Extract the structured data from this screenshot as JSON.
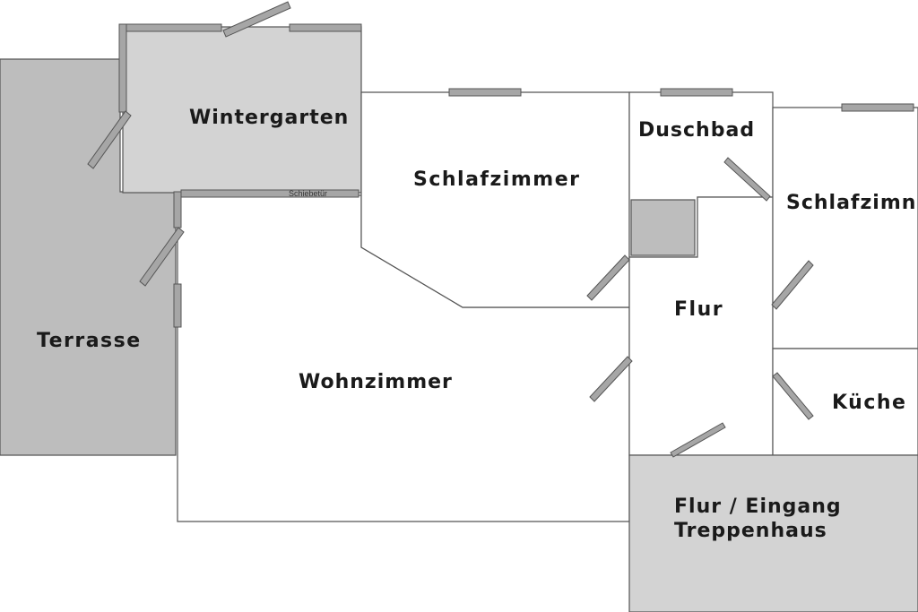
{
  "rooms": {
    "wintergarten": "Wintergarten",
    "schlafzimmer_1": "Schlafzimmer",
    "duschbad": "Duschbad",
    "schlafzimmer_2": "Schlafzimn",
    "terrasse": "Terrasse",
    "wohnzimmer": "Wohnzimmer",
    "flur": "Flur",
    "kueche": "Küche",
    "eingang_line1": "Flur / Eingang",
    "eingang_line2": "Treppenhaus"
  },
  "annotations": {
    "sliding_door": "Schiebetür"
  },
  "colors": {
    "outdoor_fill": "#bdbdbd",
    "conservatory_fill": "#d3d3d3",
    "entrance_fill": "#d3d3d3",
    "window_fill": "#a6a6a6",
    "wall_stroke": "#555555"
  }
}
